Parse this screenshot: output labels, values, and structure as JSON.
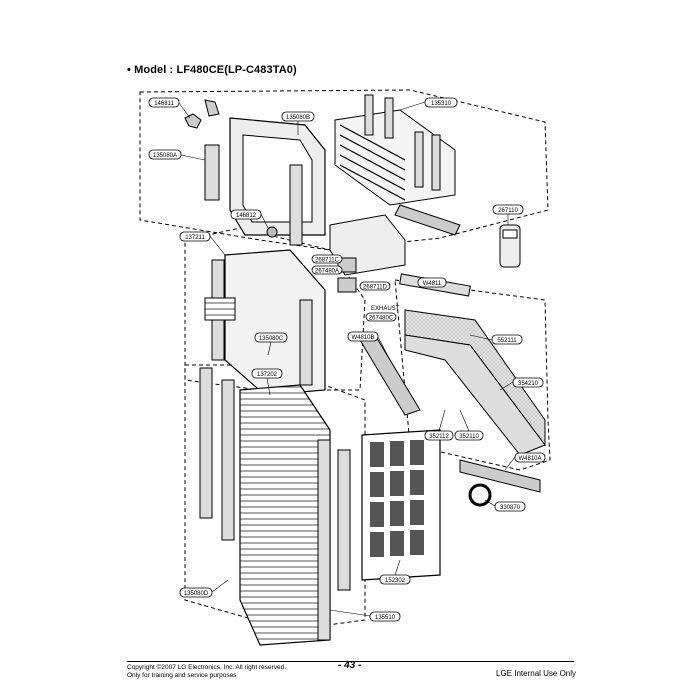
{
  "header": {
    "model_title": "• Model : LF480CE(LP-C483TA0)"
  },
  "callouts": {
    "c1": "146811",
    "c2": "135080B",
    "c3": "135080A",
    "c4": "135310",
    "c5": "146812",
    "c6": "267110",
    "c7": "137211",
    "c8": "268711C",
    "c9": "267480A",
    "c10": "268711D",
    "c11": "W4811",
    "c12": "EXHAUST",
    "c13": "267480C",
    "c14": "W4810B",
    "c15": "552111",
    "c16": "135080C",
    "c17": "354210",
    "c18": "137202",
    "c19": "352112",
    "c20": "352110",
    "c21": "W4810A",
    "c22": "330870",
    "c23": "152302",
    "c24": "135080D",
    "c25": "135510"
  },
  "footer": {
    "copyright_line1": "Copyright ©2007 LG Electronics. Inc. All right reserved.",
    "copyright_line2": "Only for training and service purposes",
    "page_number": "- 43 -",
    "internal_use": "LGE Internal Use Only"
  }
}
